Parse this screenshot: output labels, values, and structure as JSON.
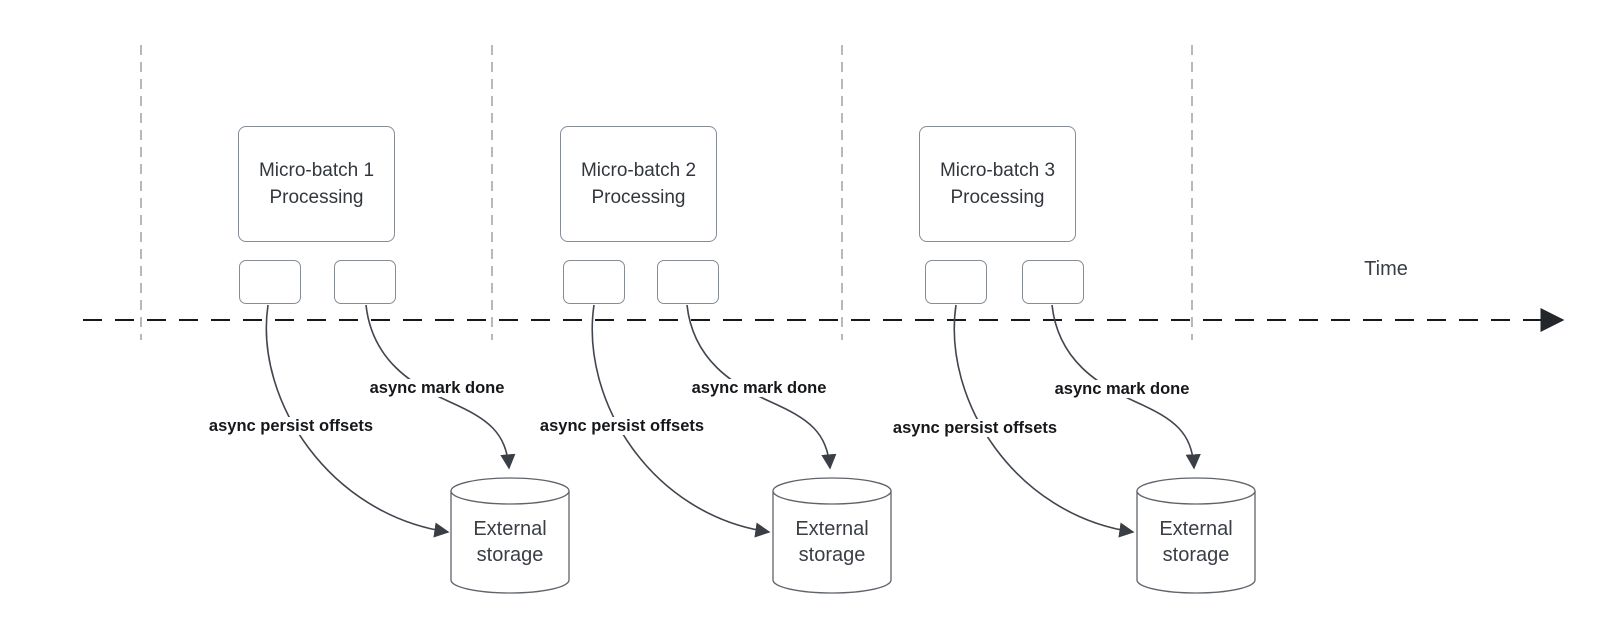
{
  "timeline": {
    "label": "Time"
  },
  "batches": [
    {
      "name": "Micro-batch 1\nProcessing",
      "persist_label": "async persist offsets",
      "done_label": "async mark done",
      "storage_label": "External\nstorage"
    },
    {
      "name": "Micro-batch 2\nProcessing",
      "persist_label": "async persist offsets",
      "done_label": "async mark done",
      "storage_label": "External\nstorage"
    },
    {
      "name": "Micro-batch 3\nProcessing",
      "persist_label": "async persist offsets",
      "done_label": "async mark done",
      "storage_label": "External\nstorage"
    }
  ],
  "colors": {
    "curve_stroke": "#41464e",
    "timeline_stroke": "#17181a",
    "divider_stroke": "#a4a7ab",
    "shape_stroke": "#878d94",
    "cylinder_stroke": "#5f646b"
  }
}
